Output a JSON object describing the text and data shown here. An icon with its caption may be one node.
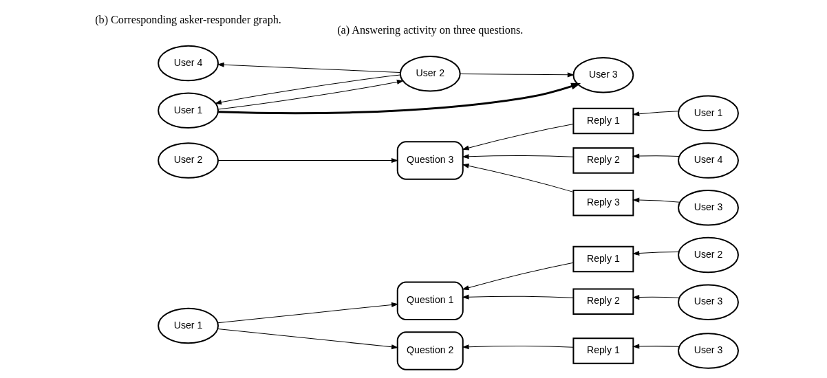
{
  "diagram": {
    "nodes": [
      {
        "text": [
          "User 1"
        ]
      },
      {
        "text": [
          "Question 1"
        ]
      },
      {
        "text": [
          "Question 2"
        ]
      },
      {
        "text": [
          "Reply 1"
        ]
      },
      {
        "text": [
          "Reply 2"
        ]
      },
      {
        "text": [
          "Reply 1"
        ]
      },
      {
        "text": [
          "User 2"
        ]
      },
      {
        "text": [
          "User 3"
        ]
      },
      {
        "text": [
          "User 3"
        ]
      },
      {
        "text": [
          "User 2"
        ]
      },
      {
        "text": [
          "Question 3"
        ]
      },
      {
        "text": [
          "Reply 1"
        ]
      },
      {
        "text": [
          "Reply 2"
        ]
      },
      {
        "text": [
          "Reply 3"
        ]
      },
      {
        "text": [
          "User 1"
        ]
      },
      {
        "text": [
          "User 4"
        ]
      },
      {
        "text": [
          "User 3"
        ]
      },
      {
        "text": [
          "User 1"
        ]
      },
      {
        "text": [
          "User 2"
        ]
      },
      {
        "text": [
          "User 3"
        ]
      },
      {
        "text": [
          "User 4"
        ]
      }
    ],
    "edges": [
      {
        "from": 0,
        "to": 1,
        "arrow": "to"
      },
      {
        "from": 0,
        "to": 2,
        "arrow": "to"
      },
      {
        "from": 3,
        "to": 1,
        "arrow": "to"
      },
      {
        "from": 4,
        "to": 1,
        "arrow": "to"
      },
      {
        "from": 5,
        "to": 2,
        "arrow": "to"
      },
      {
        "from": 6,
        "to": 3,
        "arrow": "to"
      },
      {
        "from": 7,
        "to": 4,
        "arrow": "to"
      },
      {
        "from": 8,
        "to": 5,
        "arrow": "to"
      },
      {
        "from": 9,
        "to": 10,
        "arrow": "to"
      },
      {
        "from": 11,
        "to": 10,
        "arrow": "to"
      },
      {
        "from": 12,
        "to": 10,
        "arrow": "to"
      },
      {
        "from": 13,
        "to": 10,
        "arrow": "to"
      },
      {
        "from": 14,
        "to": 11,
        "arrow": "to"
      },
      {
        "from": 15,
        "to": 12,
        "arrow": "to"
      },
      {
        "from": 16,
        "to": 13,
        "arrow": "to"
      },
      {
        "from": 18,
        "to": 17,
        "arrow": "to"
      },
      {
        "from": 17,
        "to": 18,
        "arrow": "to"
      },
      {
        "from": 17,
        "to": 19,
        "arrow": "to",
        "style": "thick"
      },
      {
        "from": 18,
        "to": 19,
        "arrow": "to"
      },
      {
        "from": 18,
        "to": 20,
        "arrow": "to"
      }
    ],
    "labels": [
      "(a) Answering activity on three questions.",
      "(b) Corresponding asker-responder graph."
    ]
  }
}
